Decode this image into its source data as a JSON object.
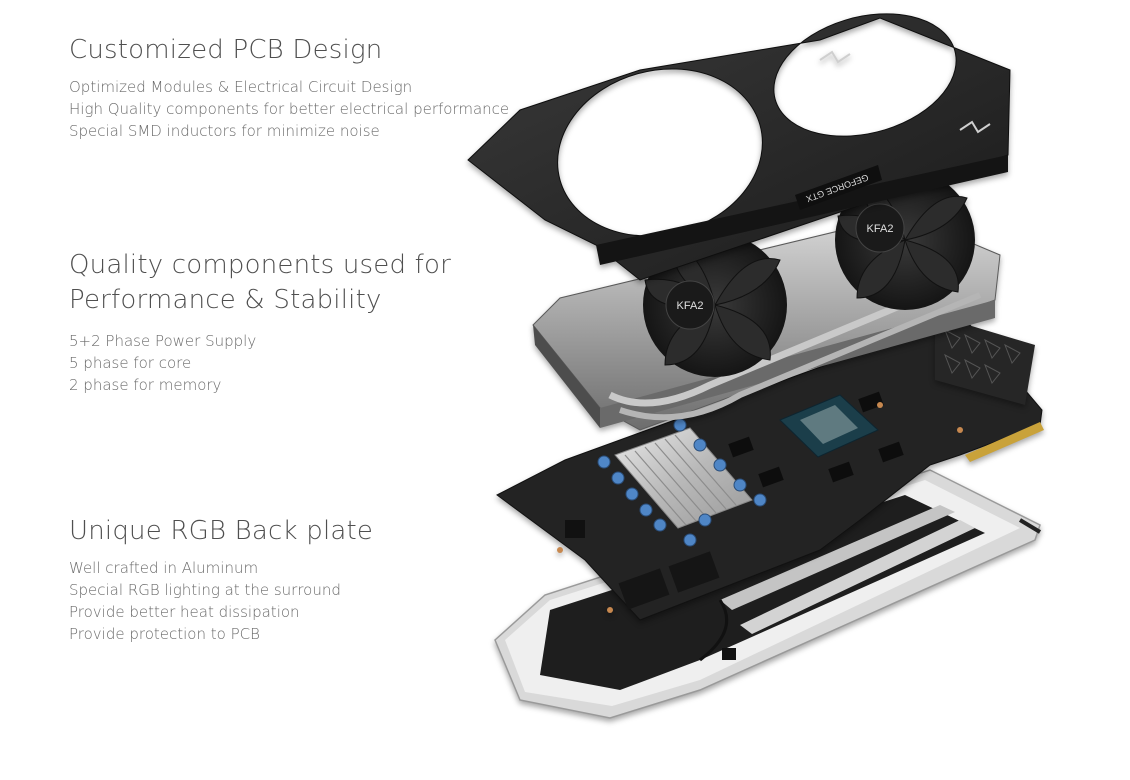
{
  "sections": [
    {
      "heading_lines": [
        "Customized PCB Design"
      ],
      "lines": [
        "Optimized Modules & Electrical Circuit Design",
        "High Quality components for better electrical performance",
        "Special SMD inductors for minimize noise"
      ]
    },
    {
      "heading_lines": [
        "Quality components used for",
        "Performance & Stability"
      ],
      "lines": [
        "5+2 Phase Power Supply",
        "5 phase for core",
        "2 phase for memory"
      ]
    },
    {
      "heading_lines": [
        "Unique RGB Back plate"
      ],
      "lines": [
        "Well crafted in Aluminum",
        "Special RGB lighting at the surround",
        "Provide better heat dissipation",
        "Provide protection to PCB"
      ]
    }
  ],
  "product": {
    "shroud_label": "GEFORCE GTX",
    "fan_logo": "KFA2"
  }
}
